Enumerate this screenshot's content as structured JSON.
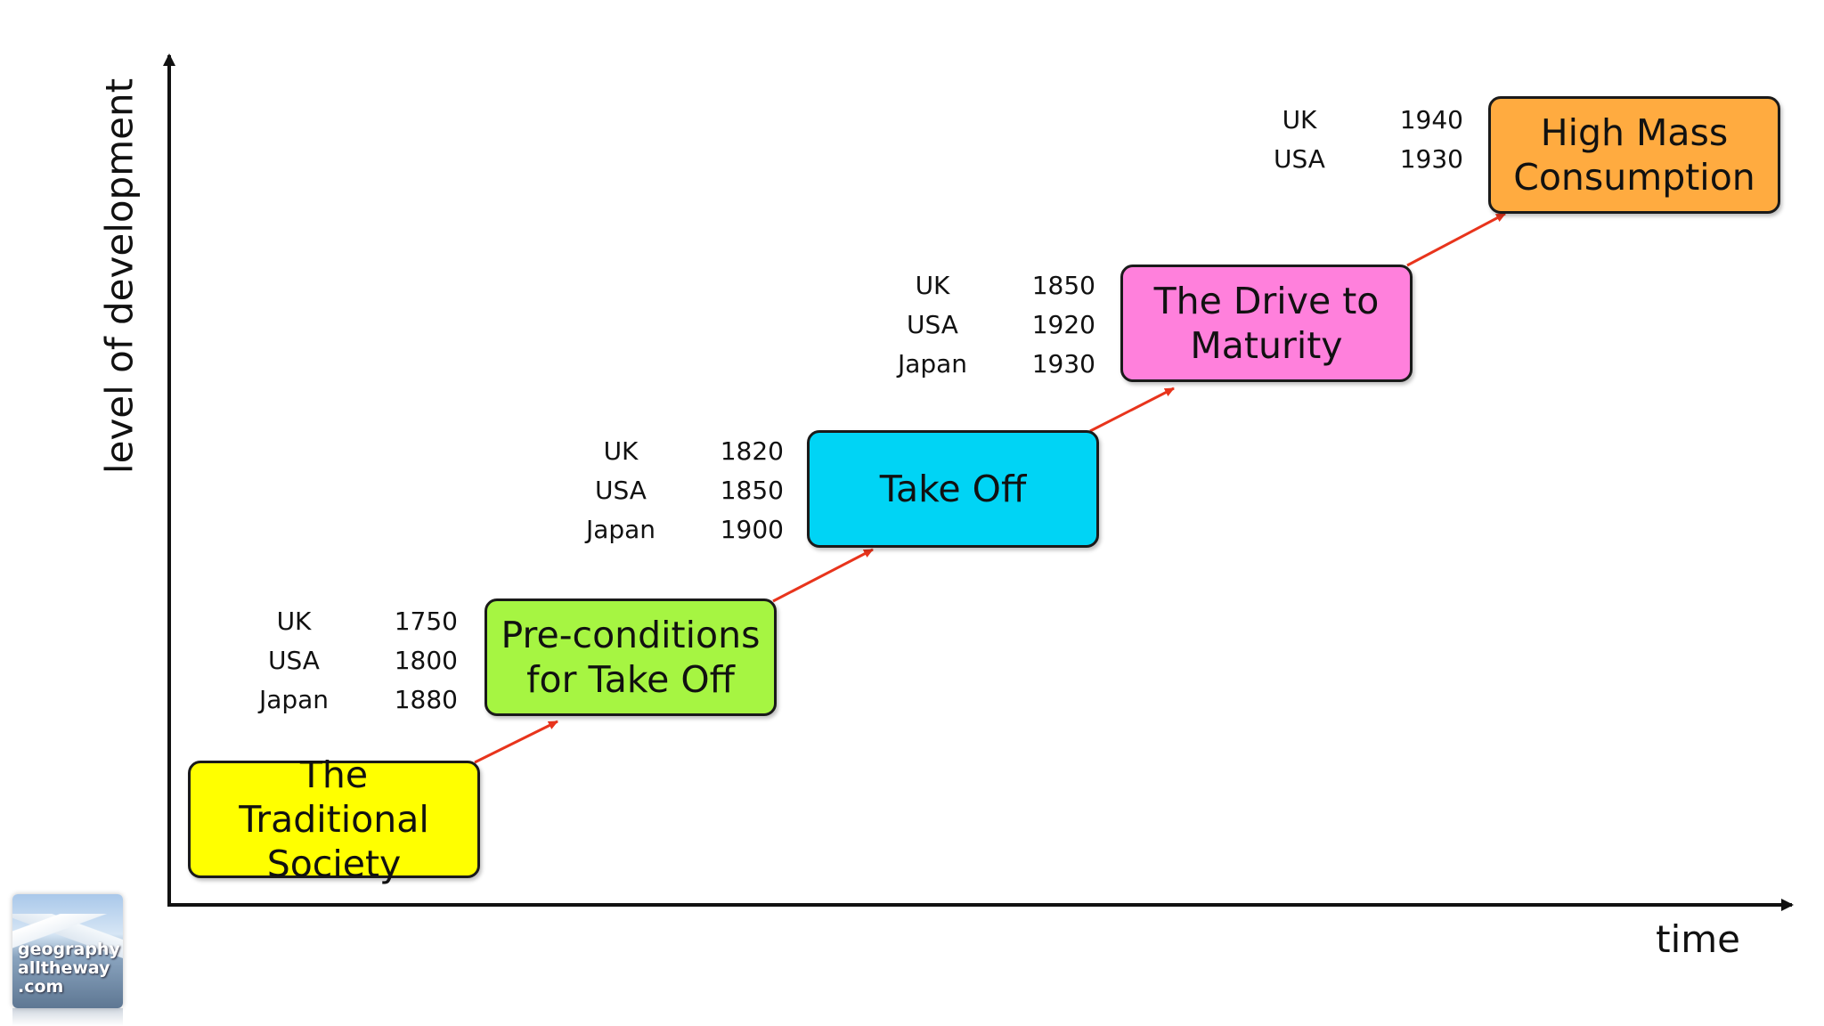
{
  "axes": {
    "y_label": "level of development",
    "x_label": "time"
  },
  "stages": [
    {
      "id": "traditional-society",
      "label_lines": [
        "The Traditional",
        "Society"
      ],
      "color": "#ffff00",
      "dates": []
    },
    {
      "id": "pre-conditions",
      "label_lines": [
        "Pre-conditions",
        "for Take Off"
      ],
      "color": "#a6f542",
      "dates": [
        {
          "country": "UK",
          "year": "1750"
        },
        {
          "country": "USA",
          "year": "1800"
        },
        {
          "country": "Japan",
          "year": "1880"
        }
      ]
    },
    {
      "id": "take-off",
      "label_lines": [
        "Take Off"
      ],
      "color": "#00d4f5",
      "dates": [
        {
          "country": "UK",
          "year": "1820"
        },
        {
          "country": "USA",
          "year": "1850"
        },
        {
          "country": "Japan",
          "year": "1900"
        }
      ]
    },
    {
      "id": "drive-to-maturity",
      "label_lines": [
        "The Drive to",
        "Maturity"
      ],
      "color": "#ff80dc",
      "dates": [
        {
          "country": "UK",
          "year": "1850"
        },
        {
          "country": "USA",
          "year": "1920"
        },
        {
          "country": "Japan",
          "year": "1930"
        }
      ]
    },
    {
      "id": "high-mass-consumption",
      "label_lines": [
        "High Mass",
        "Consumption"
      ],
      "color": "#ffab40",
      "dates": [
        {
          "country": "UK",
          "year": "1940"
        },
        {
          "country": "USA",
          "year": "1930"
        }
      ]
    }
  ],
  "colors": {
    "axis": "#111111",
    "arrow": "#e8341c",
    "box_border": "#1a1a1a"
  },
  "logo": {
    "text": "geography\nalltheway\n.com"
  }
}
